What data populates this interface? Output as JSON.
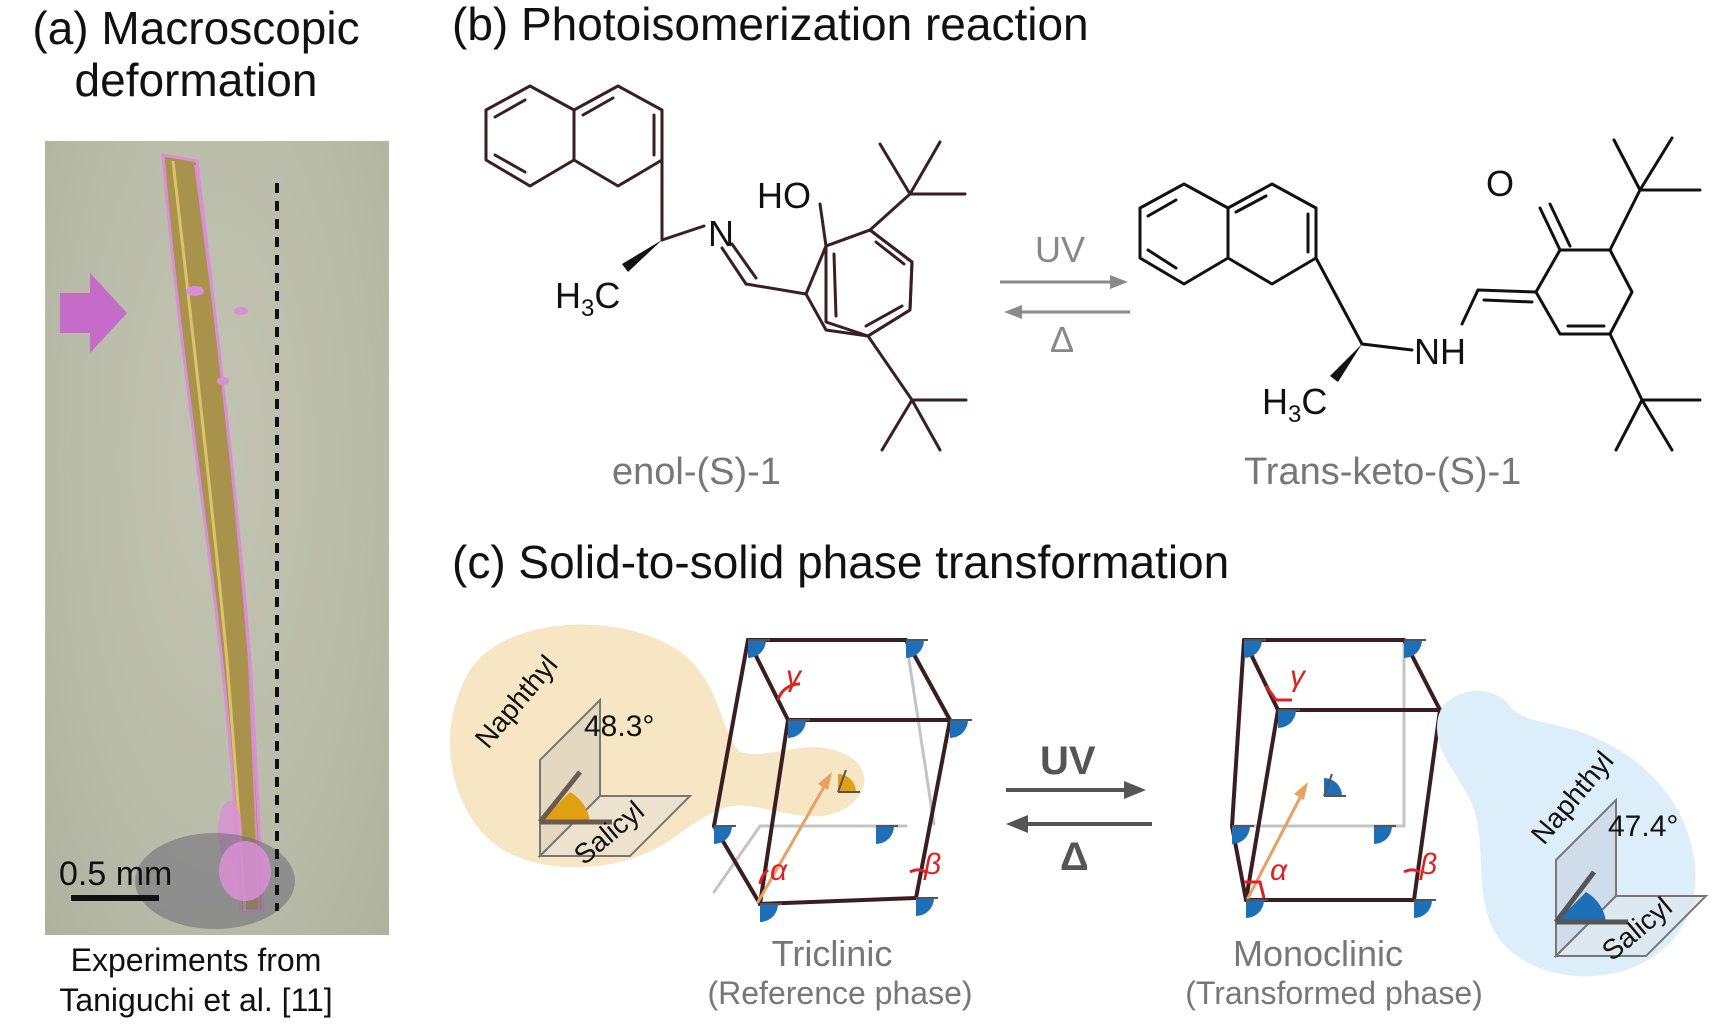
{
  "panels": {
    "a": {
      "title_line1": "(a) Macroscopic",
      "title_line2": "deformation",
      "scale_bar": "0.5 mm",
      "caption_line1": "Experiments from",
      "caption_line2": "Taniguchi et al. [11]"
    },
    "b": {
      "title": "(b) Photoisomerization reaction",
      "forward_label": "UV",
      "reverse_label": "Δ",
      "reactant": {
        "name": "enol-(S)-1",
        "labels": {
          "hydroxyl": "HO",
          "imine_n": "N",
          "methyl": "H3C"
        }
      },
      "product": {
        "name": "Trans-keto-(S)-1",
        "labels": {
          "carbonyl_o": "O",
          "amine": "NH",
          "methyl": "H3C"
        }
      }
    },
    "c": {
      "title": "(c) Solid-to-solid phase transformation",
      "forward_label": "UV",
      "reverse_label": "Δ",
      "reference": {
        "name": "Triclinic",
        "subtitle": "(Reference phase)",
        "angle": "48.3°",
        "plane_1": "Naphthyl",
        "plane_2": "Salicyl"
      },
      "transformed": {
        "name": "Monoclinic",
        "subtitle": "(Transformed phase)",
        "angle": "47.4°",
        "plane_1": "Naphthyl",
        "plane_2": "Salicyl"
      },
      "lattice_angles": {
        "alpha": "α",
        "beta": "β",
        "gamma": "γ"
      }
    }
  },
  "colors": {
    "text": "#111111",
    "grey_text": "#777777",
    "arrow_grey": "#8a8a8a",
    "cell_edge": "#3a1e22",
    "reference_fill": "#f6e6c3",
    "reference_accent": "#e0a010",
    "transformed_fill": "#dceefa",
    "transformed_accent": "#1d6fb8",
    "angle_red": "#e02020",
    "vector_orange": "#e9a060",
    "magenta_arrow": "#c56bc8"
  }
}
